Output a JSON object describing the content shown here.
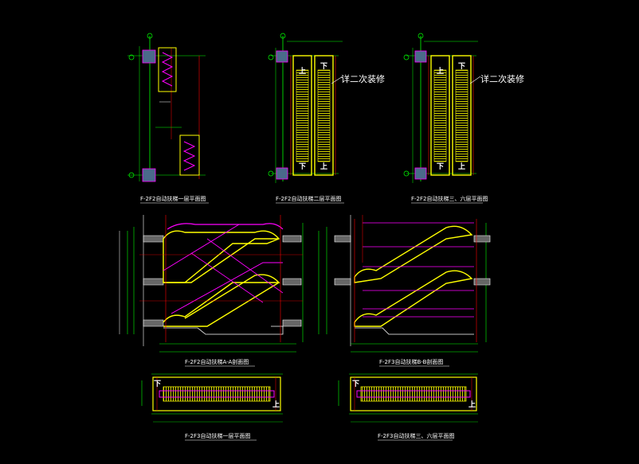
{
  "colors": {
    "background": "#000000",
    "escalator": "#ffff00",
    "rail": "#ff00ff",
    "dimension": "#00ff00",
    "wall": "#ff0000",
    "text": "#ffffff",
    "hatch": "#4a6a8a"
  },
  "captions": {
    "plan_1f": "F-2F2自动扶梯一层平面图",
    "plan_2f": "F-2F2自动扶梯二层平面图",
    "plan_3f": "F-2F2自动扶梯三、六层平面图",
    "section_a": "F-2F2自动扶梯A-A剖面图",
    "section_b": "F-2F3自动扶梯B-B剖面图",
    "plan_1f_b": "F-2F3自动扶梯一层平面图",
    "plan_3f_b": "F-2F3自动扶梯三、六层平面图"
  },
  "notes": {
    "decor_2f": "详二次装修",
    "decor_3f": "详二次装修"
  },
  "marks": {
    "up": "上",
    "down": "下"
  }
}
